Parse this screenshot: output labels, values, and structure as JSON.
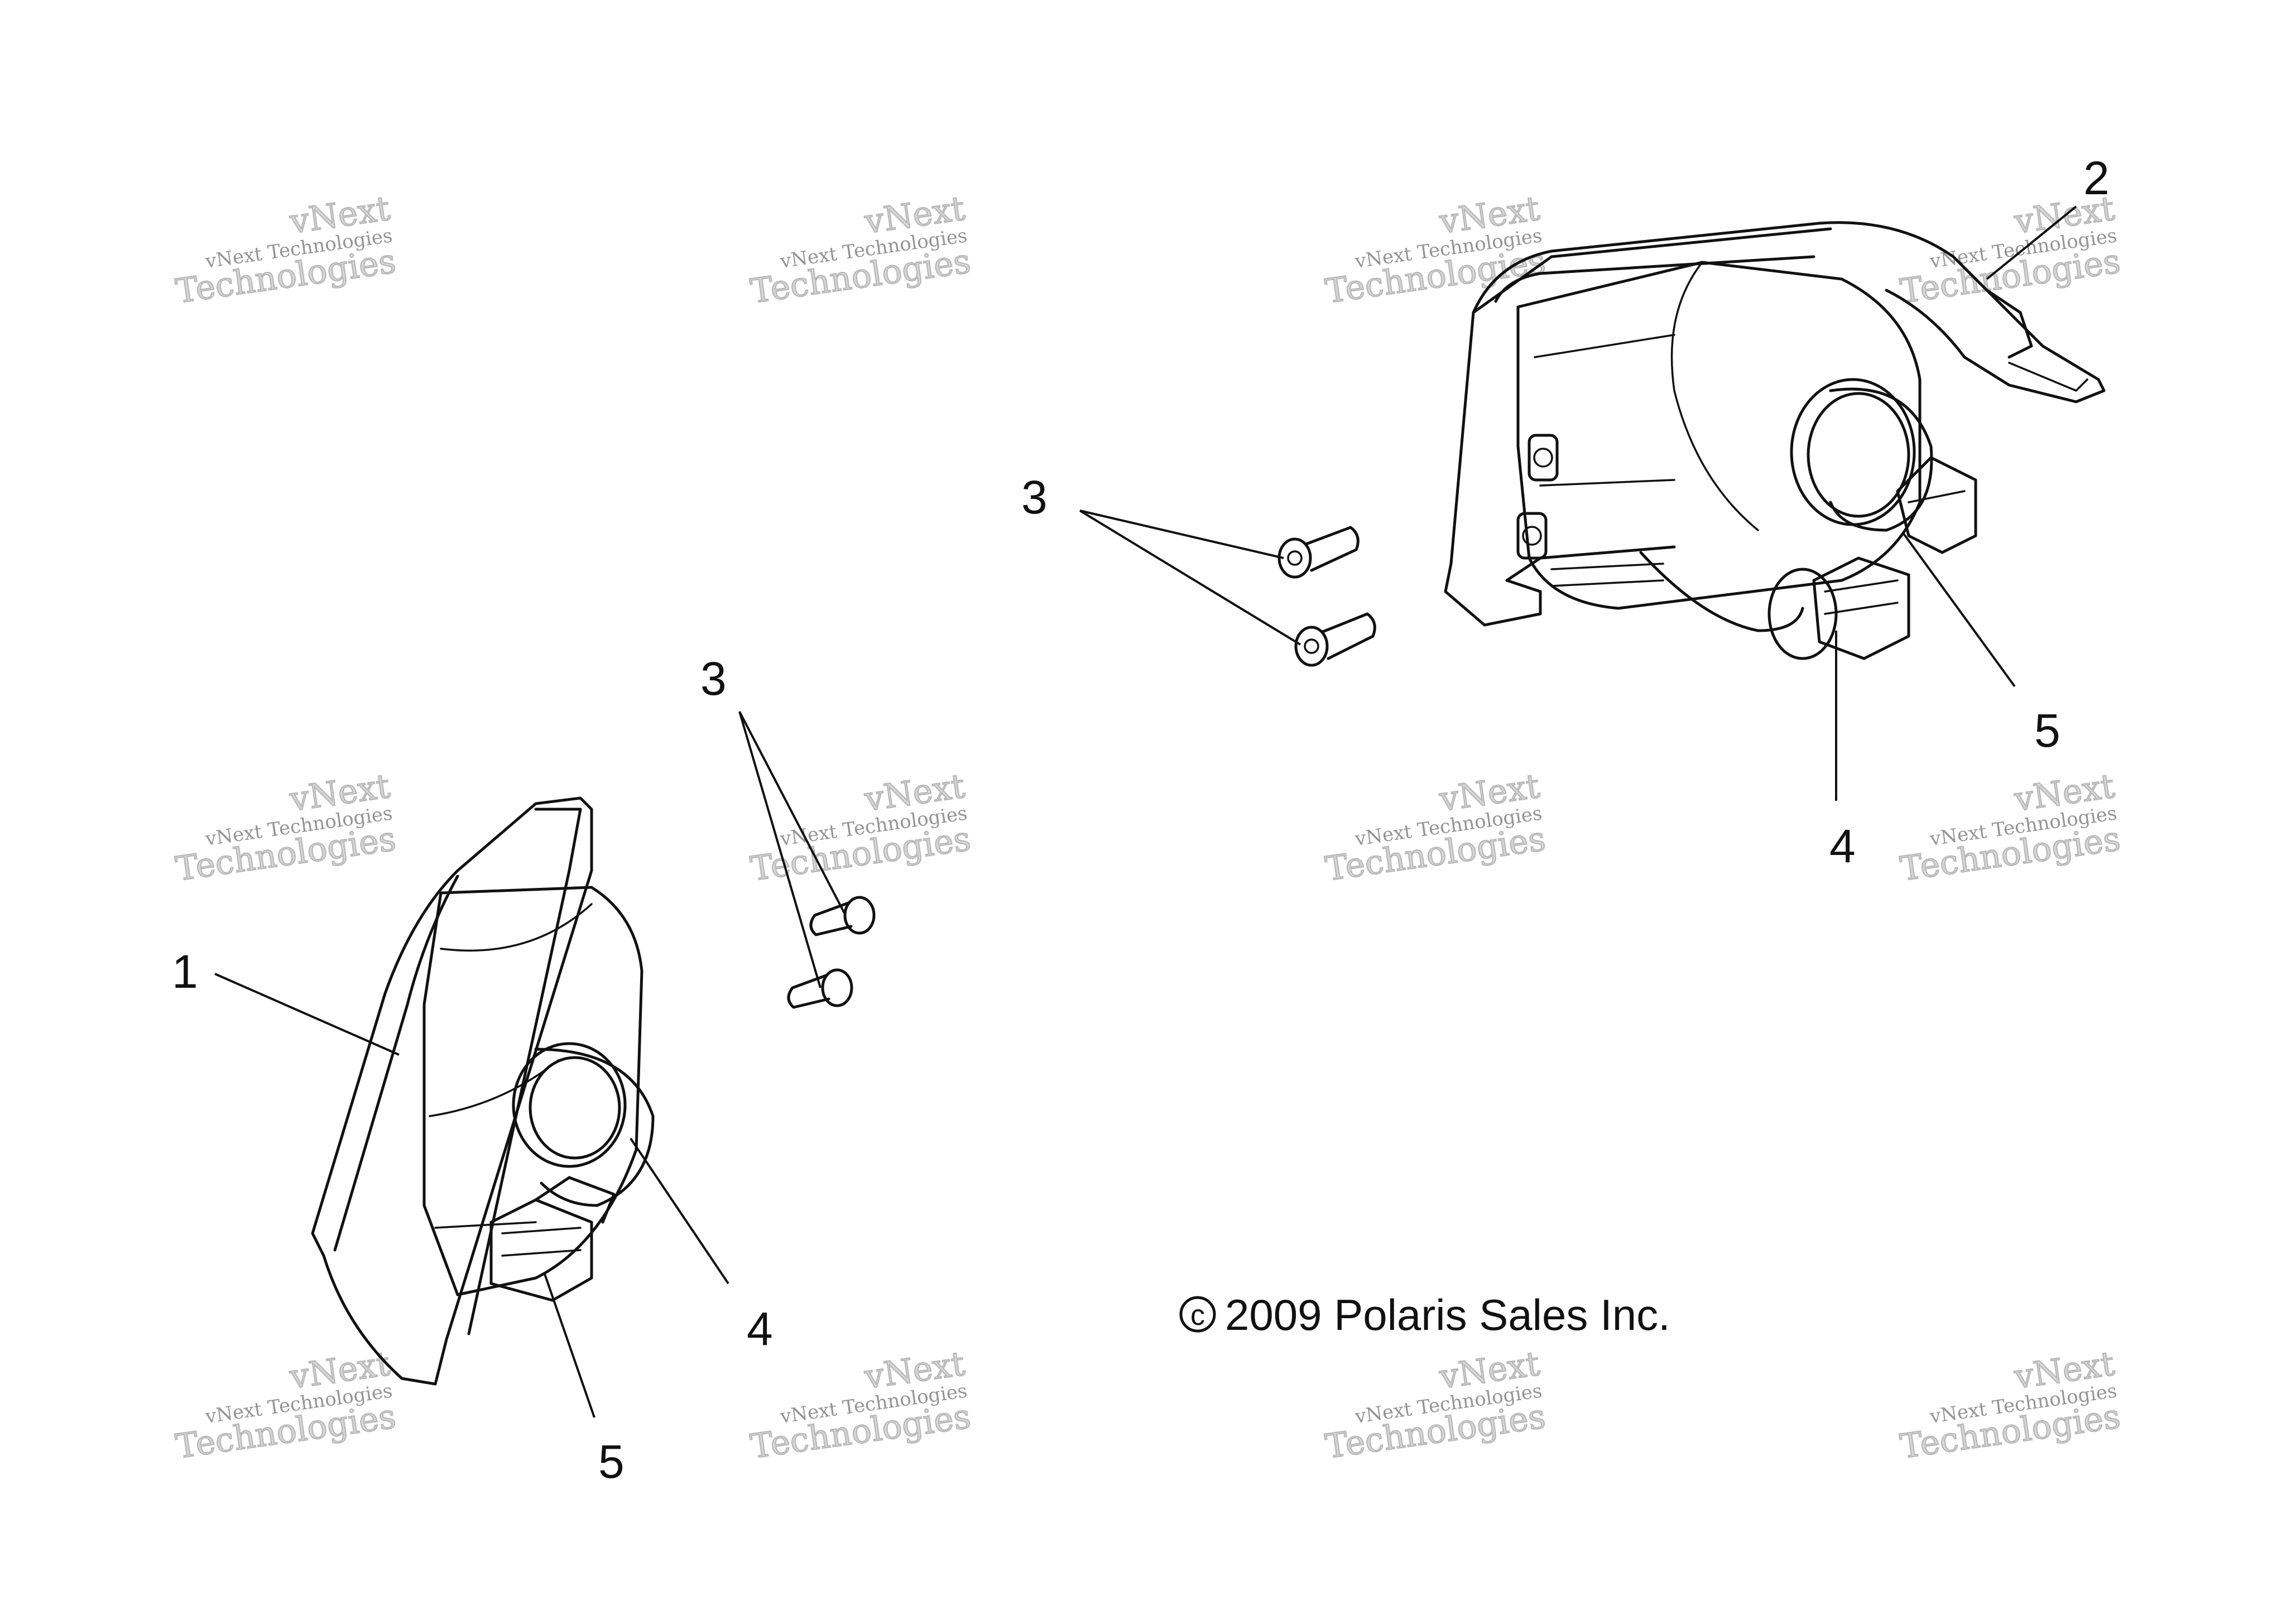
{
  "callouts": {
    "c1": "1",
    "c2": "2",
    "c3_top": "3",
    "c3_left": "3",
    "c4_right": "4",
    "c4_left": "4",
    "c5_right": "5",
    "c5_left": "5"
  },
  "copyright": {
    "symbol": "c",
    "text": "2009 Polaris Sales Inc."
  },
  "watermark": {
    "line_top": "vNext",
    "line_mid": "vNext Technologies",
    "line_bottom": "Technologies"
  },
  "colors": {
    "ink": "#111111",
    "watermark": "#888888",
    "background": "#ffffff"
  }
}
